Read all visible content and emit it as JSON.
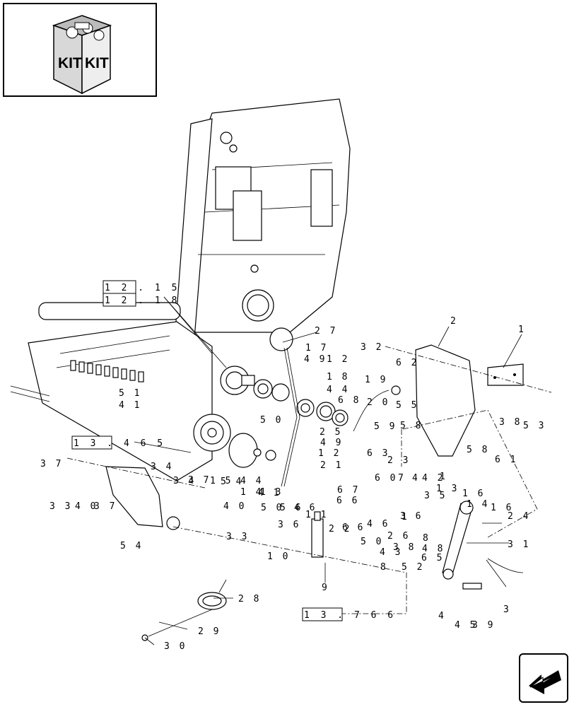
{
  "kit_icon": {
    "text_left": "KIT",
    "text_right": "KIT",
    "icon": "kit-box-icon"
  },
  "nav_icon": {
    "icon": "back-arrow-icon"
  },
  "references": [
    "1 2 . 1 5",
    "1 2 . 1 8",
    "1 3 . 4 6 5",
    "1 3 . 7 6 6"
  ],
  "callouts": [
    {
      "t": "1"
    },
    {
      "t": "2"
    },
    {
      "t": "3"
    },
    {
      "t": "4"
    },
    {
      "t": "9"
    },
    {
      "t": "1 0"
    },
    {
      "t": "1 1"
    },
    {
      "t": "1 2"
    },
    {
      "t": "1 2"
    },
    {
      "t": "1 3"
    },
    {
      "t": "1 3"
    },
    {
      "t": "1 4"
    },
    {
      "t": "1 4"
    },
    {
      "t": "1 5"
    },
    {
      "t": "1 6"
    },
    {
      "t": "1 6"
    },
    {
      "t": "1 7"
    },
    {
      "t": "1 8"
    },
    {
      "t": "1 9"
    },
    {
      "t": "2 0"
    },
    {
      "t": "2 1"
    },
    {
      "t": "2 2"
    },
    {
      "t": "2 3"
    },
    {
      "t": "2 4"
    },
    {
      "t": "2 5"
    },
    {
      "t": "2 6"
    },
    {
      "t": "2 7"
    },
    {
      "t": "2 8"
    },
    {
      "t": "2 9"
    },
    {
      "t": "3 0"
    },
    {
      "t": "3 1"
    },
    {
      "t": "3 2"
    },
    {
      "t": "3 3"
    },
    {
      "t": "3 3"
    },
    {
      "t": "3 4"
    },
    {
      "t": "3 4"
    },
    {
      "t": "3 5"
    },
    {
      "t": "3 6"
    },
    {
      "t": "3 6"
    },
    {
      "t": "3 7"
    },
    {
      "t": "3 7"
    },
    {
      "t": "3 7"
    },
    {
      "t": "3 8"
    },
    {
      "t": "3 8"
    },
    {
      "t": "3 9"
    },
    {
      "t": "4 0"
    },
    {
      "t": "4 0"
    },
    {
      "t": "4 1"
    },
    {
      "t": "4 1"
    },
    {
      "t": "4 2"
    },
    {
      "t": "4 3"
    },
    {
      "t": "4 4"
    },
    {
      "t": "4 4"
    },
    {
      "t": "4 5"
    },
    {
      "t": "4 6"
    },
    {
      "t": "4 6"
    },
    {
      "t": "4 8"
    },
    {
      "t": "4 9"
    },
    {
      "t": "4 9"
    },
    {
      "t": "5 0"
    },
    {
      "t": "5 0"
    },
    {
      "t": "5 0"
    },
    {
      "t": "5 1"
    },
    {
      "t": "5 2"
    },
    {
      "t": "5 3"
    },
    {
      "t": "5 4"
    },
    {
      "t": "5 4"
    },
    {
      "t": "5 5"
    },
    {
      "t": "5 6"
    },
    {
      "t": "5 8"
    },
    {
      "t": "5 8"
    },
    {
      "t": "5 9"
    },
    {
      "t": "6 0"
    },
    {
      "t": "6 1"
    },
    {
      "t": "6 2"
    },
    {
      "t": "6 3"
    },
    {
      "t": "6 5"
    },
    {
      "t": "6 6"
    },
    {
      "t": "6 6"
    },
    {
      "t": "6 7"
    },
    {
      "t": "6 8"
    },
    {
      "t": "7"
    },
    {
      "t": "8"
    },
    {
      "t": "8"
    },
    {
      "t": "4"
    },
    {
      "t": "1"
    },
    {
      "t": "1"
    }
  ]
}
